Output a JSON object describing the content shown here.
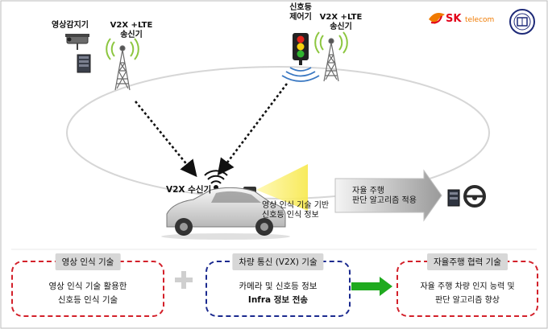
{
  "logo": {
    "sk": "SK",
    "telecom": "telecom"
  },
  "camera": {
    "label": "영상감지기"
  },
  "tower_left": {
    "label_line1": "V2X +LTE",
    "label_line2": "송신기"
  },
  "signal_controller": {
    "label_line1": "신호등",
    "label_line2": "제어기"
  },
  "tower_right": {
    "label_line1": "V2X +LTE",
    "label_line2": "송신기"
  },
  "receiver": {
    "label": "V2X 수신기"
  },
  "car_caption": {
    "line1": "영상 인식 기술 기반",
    "line2": "신호등 인식 정보"
  },
  "arrow_caption": {
    "line1": "자율 주행",
    "line2": "판단 알고리즘 적용"
  },
  "boxes": [
    {
      "title": "영상 인식 기술",
      "line1": "영상 인식 기술 활용한",
      "line2": "신호등 인식 기술",
      "color": "#d3202a"
    },
    {
      "title": "차량 통신 (V2X) 기술",
      "line1": "카메라 및 신호등 정보",
      "line2": "Infra 정보 전송",
      "color": "#1b2a8f"
    },
    {
      "title": "자율주행 협력 기술",
      "line1": "자율 주행 차량 인지 능력  및",
      "line2": "판단 알고리즘 향상",
      "color": "#d3202a"
    }
  ],
  "connector_arrow_color": "#1faa1f"
}
